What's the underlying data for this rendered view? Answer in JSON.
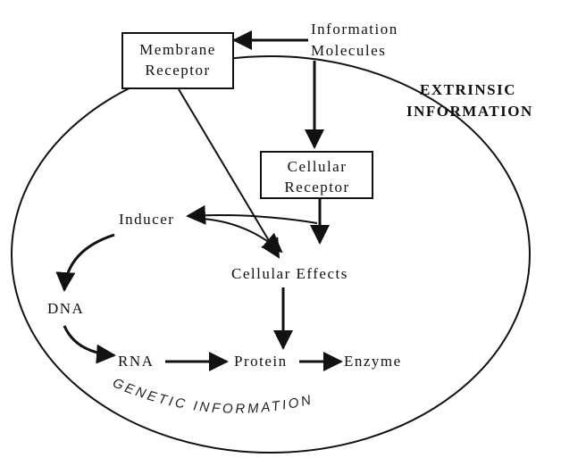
{
  "nodes": {
    "membrane_receptor": [
      "Membrane",
      "Receptor"
    ],
    "information_molecules": [
      "Information",
      "Molecules"
    ],
    "cellular_receptor": [
      "Cellular",
      "Receptor"
    ],
    "inducer": "Inducer",
    "cellular_effects": "Cellular Effects",
    "dna": "DNA",
    "rna": "RNA",
    "protein": "Protein",
    "enzyme": "Enzyme"
  },
  "regions": {
    "extrinsic": [
      "EXTRINSIC",
      "INFORMATION"
    ],
    "genetic": "GENETIC INFORMATION"
  },
  "colors": {
    "ink": "#111111",
    "background": "#ffffff"
  }
}
